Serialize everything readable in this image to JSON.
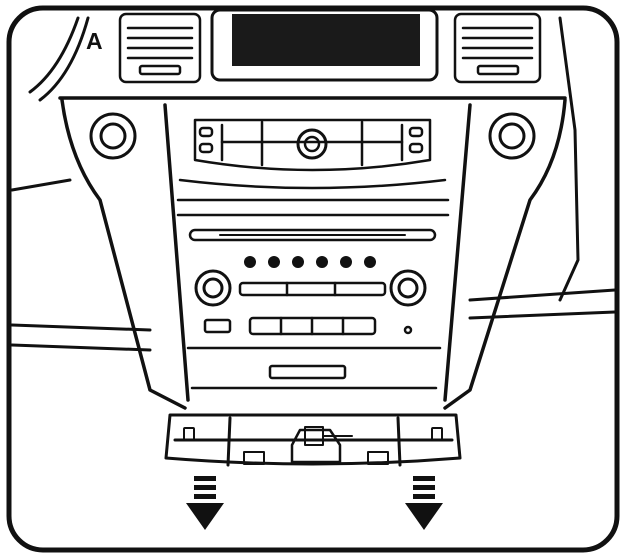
{
  "step_label": "A",
  "colors": {
    "ink": "#111111",
    "screen": "#1a1a1a",
    "background": "#ffffff"
  },
  "parts": [
    "left-vent",
    "right-vent",
    "center-display",
    "left-hazard-knob",
    "right-hazard-knob",
    "climate-panel",
    "cd-slot",
    "preset-buttons",
    "volume-knob",
    "tune-knob",
    "function-buttons",
    "trim-bezel",
    "pull-down-arrows"
  ],
  "preset_button_count": 6,
  "function_button_count": 4,
  "arrow_direction": "down"
}
